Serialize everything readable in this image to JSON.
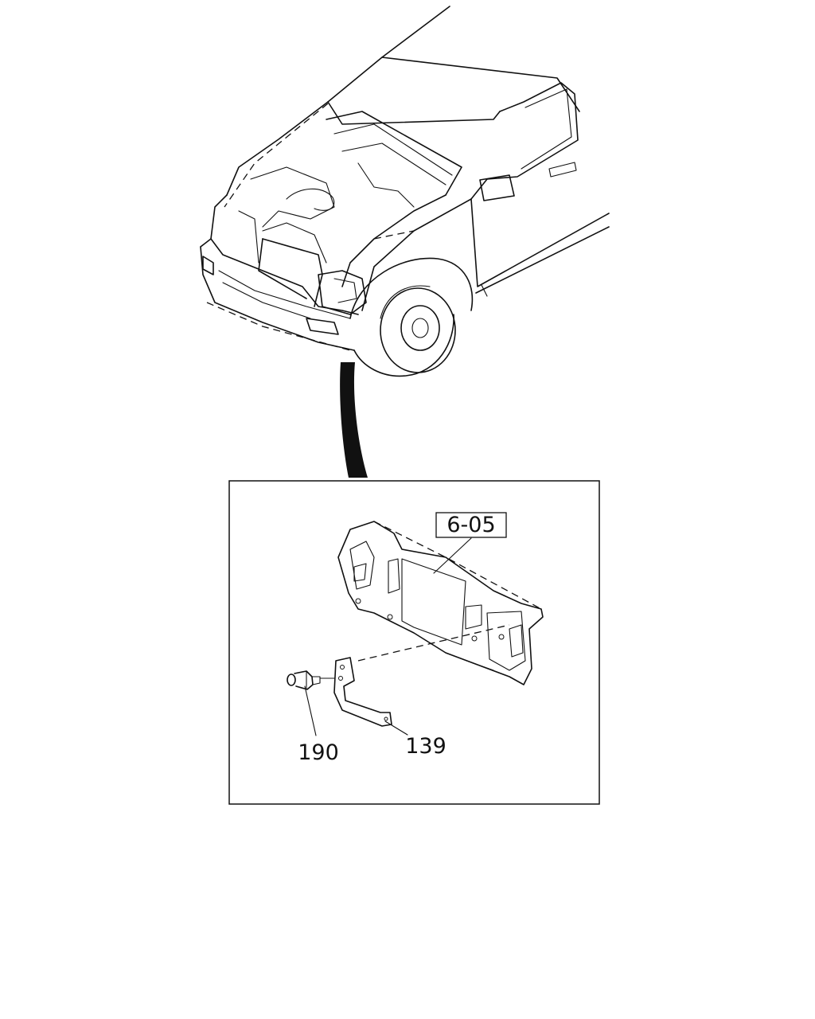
{
  "figure": {
    "reference_box_label": "6-05",
    "callouts": [
      {
        "id": "bolt",
        "label": "190"
      },
      {
        "id": "bracket",
        "label": "139"
      }
    ]
  }
}
